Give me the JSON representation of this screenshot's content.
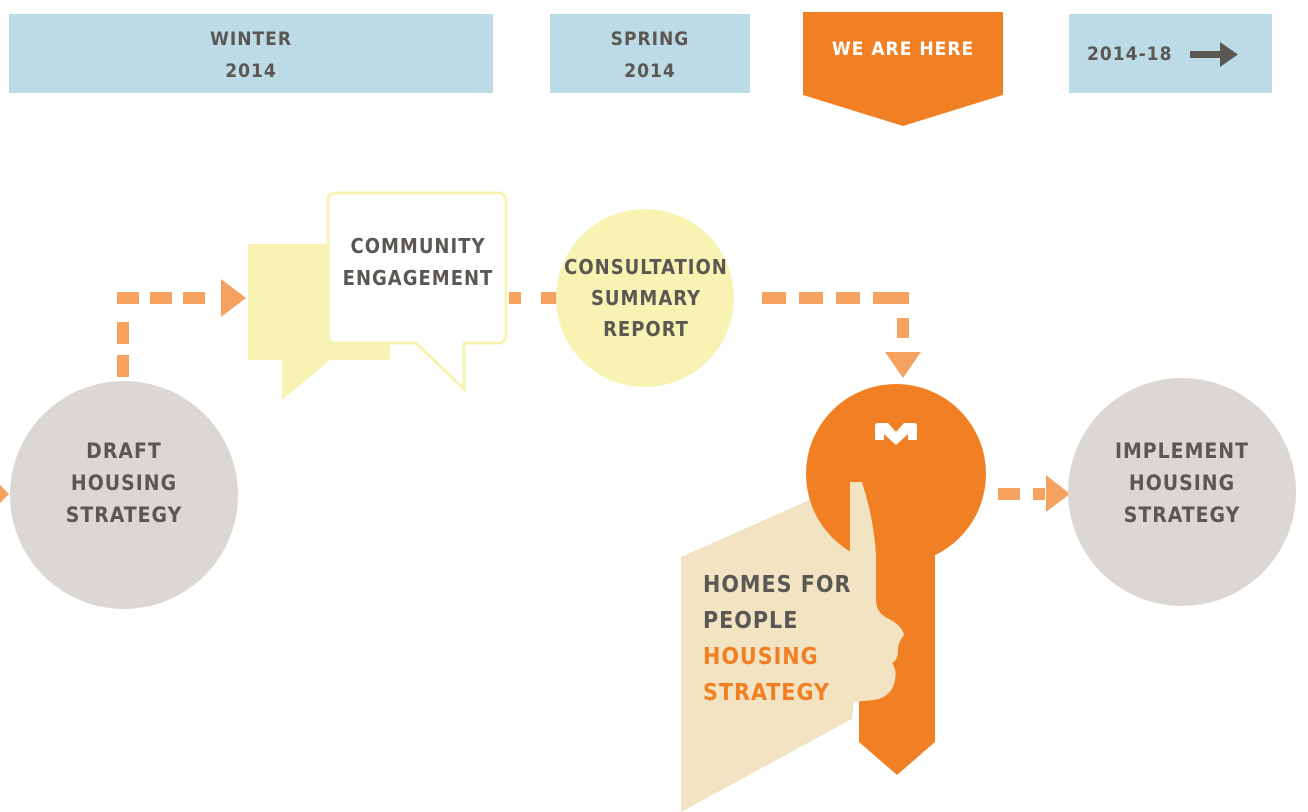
{
  "timeline": {
    "winter_line1": "WINTER",
    "winter_line2": "2014",
    "spring_line1": "SPRING",
    "spring_line2": "2014",
    "marker": "WE ARE HERE",
    "future": "2014-18"
  },
  "steps": {
    "draft": [
      "DRAFT",
      "HOUSING",
      "STRATEGY"
    ],
    "community": [
      "COMMUNITY",
      "ENGAGEMENT"
    ],
    "consultation": [
      "CONSULTATION",
      "SUMMARY",
      "REPORT"
    ],
    "implement": [
      "IMPLEMENT",
      "HOUSING",
      "STRATEGY"
    ]
  },
  "key_label": {
    "line1": "HOMES FOR",
    "line2": "PEOPLE",
    "line3": "HOUSING",
    "line4": "STRATEGY"
  },
  "colors": {
    "band": "#bcdbe7",
    "orange": "#f08023",
    "dash": "#f5a260",
    "grey_circle": "#dbd7d2",
    "yellow": "#f8f2b3",
    "tan": "#f2e3c2",
    "text_dark": "#5b5854"
  },
  "icons": {
    "future_arrow": "right-arrow-icon",
    "logo": "m-logo-icon"
  }
}
